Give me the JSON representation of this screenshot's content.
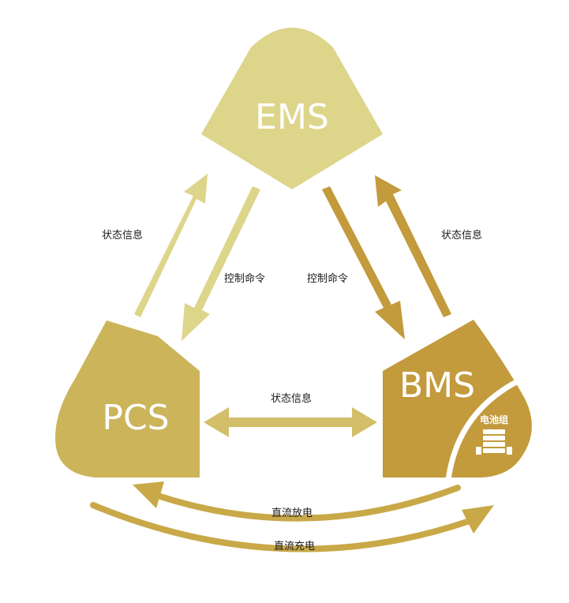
{
  "nodes": {
    "ems": {
      "label": "EMS",
      "color": "#ddd58a"
    },
    "pcs": {
      "label": "PCS",
      "color": "#cbb45a"
    },
    "bms": {
      "label": "BMS",
      "color": "#c39a3c",
      "sub_label": "电池组"
    }
  },
  "labels": {
    "status_left": "状态信息",
    "status_right": "状态信息",
    "control_left": "控制命令",
    "control_right": "控制命令",
    "status_middle": "状态信息",
    "dc_discharge": "直流放电",
    "dc_charge": "直流充电"
  },
  "icons": {
    "battery_pack": "server-rack-icon"
  },
  "colors": {
    "arrow_light": "#ddd58a",
    "arrow_mid": "#d3be6a",
    "arrow_dark": "#c39a3c",
    "text": "#1a1a1a"
  }
}
